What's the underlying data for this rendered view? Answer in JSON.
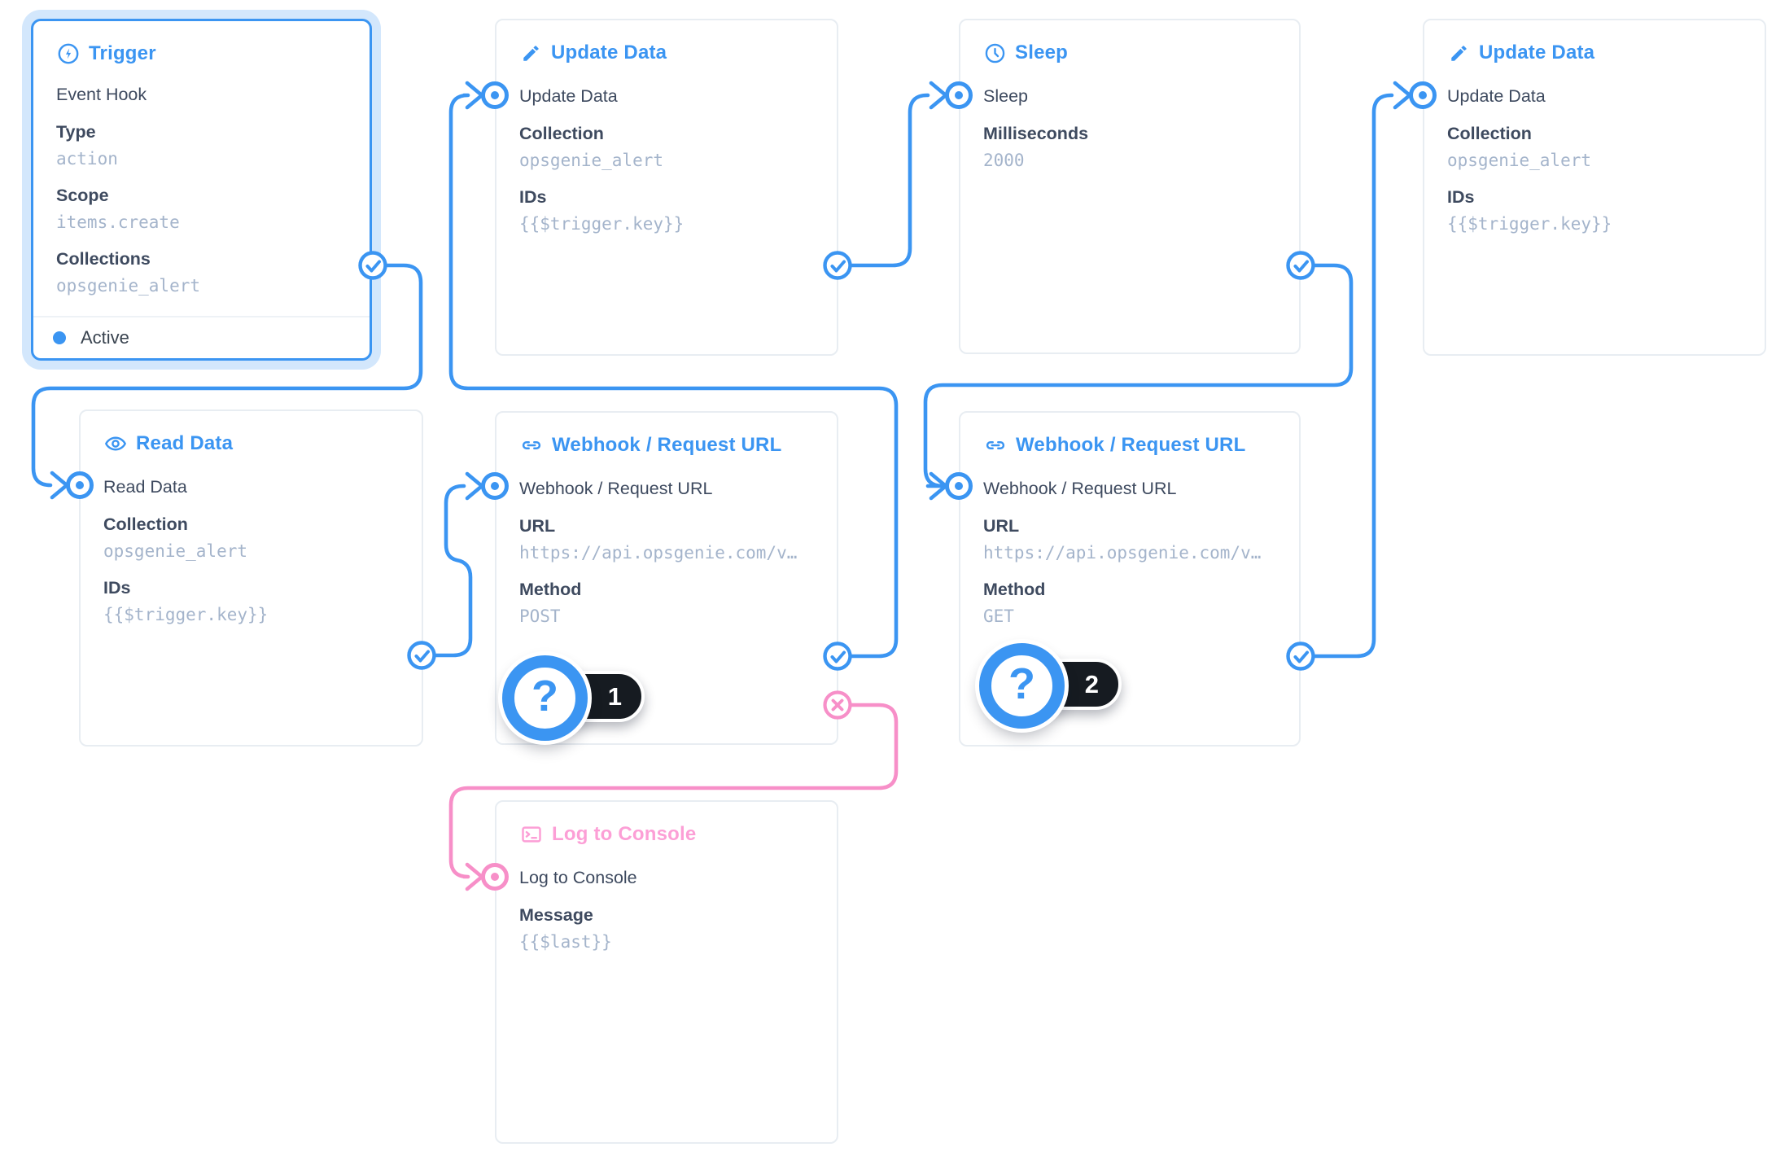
{
  "colors": {
    "accent": "#3B95F2",
    "accent_glow": "#D3E7FC",
    "pink_line": "#F78FC8",
    "pink_title": "#FC9FD6",
    "value_text": "#A4B4CB",
    "label_text": "#3E4A5F",
    "badge_pill_bg": "#161B21"
  },
  "nodes": {
    "trigger": {
      "title": "Trigger",
      "icon": "bolt-circle-icon",
      "name": "Event Hook",
      "status": "Active",
      "fields": [
        {
          "label": "Type",
          "value": "action"
        },
        {
          "label": "Scope",
          "value": "items.create"
        },
        {
          "label": "Collections",
          "value": "opsgenie_alert"
        }
      ]
    },
    "update_data_1": {
      "title": "Update Data",
      "icon": "pencil-icon",
      "name": "Update Data",
      "fields": [
        {
          "label": "Collection",
          "value": "opsgenie_alert"
        },
        {
          "label": "IDs",
          "value": "{{$trigger.key}}"
        }
      ]
    },
    "sleep": {
      "title": "Sleep",
      "icon": "clock-icon",
      "name": "Sleep",
      "fields": [
        {
          "label": "Milliseconds",
          "value": "2000"
        }
      ]
    },
    "update_data_2": {
      "title": "Update Data",
      "icon": "pencil-icon",
      "name": "Update Data",
      "fields": [
        {
          "label": "Collection",
          "value": "opsgenie_alert"
        },
        {
          "label": "IDs",
          "value": "{{$trigger.key}}"
        }
      ]
    },
    "read_data": {
      "title": "Read Data",
      "icon": "eye-icon",
      "name": "Read Data",
      "fields": [
        {
          "label": "Collection",
          "value": "opsgenie_alert"
        },
        {
          "label": "IDs",
          "value": "{{$trigger.key}}"
        }
      ]
    },
    "webhook_1": {
      "title": "Webhook / Request URL",
      "icon": "link-icon",
      "name": "Webhook / Request URL",
      "badge": "1",
      "fields": [
        {
          "label": "URL",
          "value": "https://api.opsgenie.com/v…"
        },
        {
          "label": "Method",
          "value": "POST"
        }
      ]
    },
    "webhook_2": {
      "title": "Webhook / Request URL",
      "icon": "link-icon",
      "name": "Webhook / Request URL",
      "badge": "2",
      "fields": [
        {
          "label": "URL",
          "value": "https://api.opsgenie.com/v…"
        },
        {
          "label": "Method",
          "value": "GET"
        }
      ]
    },
    "log_to_console": {
      "title": "Log to Console",
      "icon": "terminal-icon",
      "name": "Log to Console",
      "fields": [
        {
          "label": "Message",
          "value": "{{$last}}"
        }
      ]
    }
  }
}
